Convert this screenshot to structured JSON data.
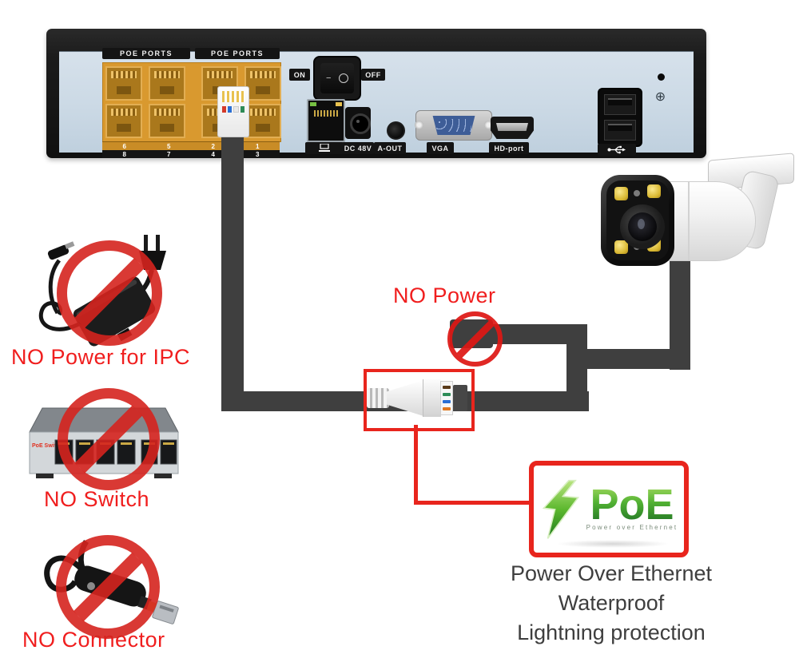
{
  "colors": {
    "accent_red": "#e8251d",
    "label_red": "#f01e1e",
    "cable_gray": "#3f3f3f",
    "panel_blue": "#cbd9e5",
    "port_orange": "#d9992f",
    "poe_green": "#51b133"
  },
  "nvr": {
    "poe_ports_labels": [
      "POE PORTS",
      "POE PORTS"
    ],
    "power_switch": {
      "on": "ON",
      "off": "OFF"
    },
    "port_numbers_row1": [
      "6",
      "5",
      "2",
      "1"
    ],
    "port_numbers_row2": [
      "8",
      "7",
      "4",
      "3"
    ],
    "port_labels": {
      "dc48v": "DC 48V",
      "a_out": "A-OUT",
      "vga": "VGA",
      "hd_port": "HD-port"
    },
    "ground_symbol": "⊕"
  },
  "annotations": {
    "no_power": "NO Power"
  },
  "prohibited_items": {
    "power_adapter": {
      "label": "NO Power for IPC"
    },
    "switch": {
      "label": "NO Switch",
      "device_text": "PoE Switch"
    },
    "connector": {
      "label": "NO Connector"
    }
  },
  "poe_badge": {
    "title": "PoE",
    "subtitle": "Power over Ethernet"
  },
  "features": [
    "Power Over Ethernet",
    "Waterproof",
    "Lightning protection"
  ]
}
